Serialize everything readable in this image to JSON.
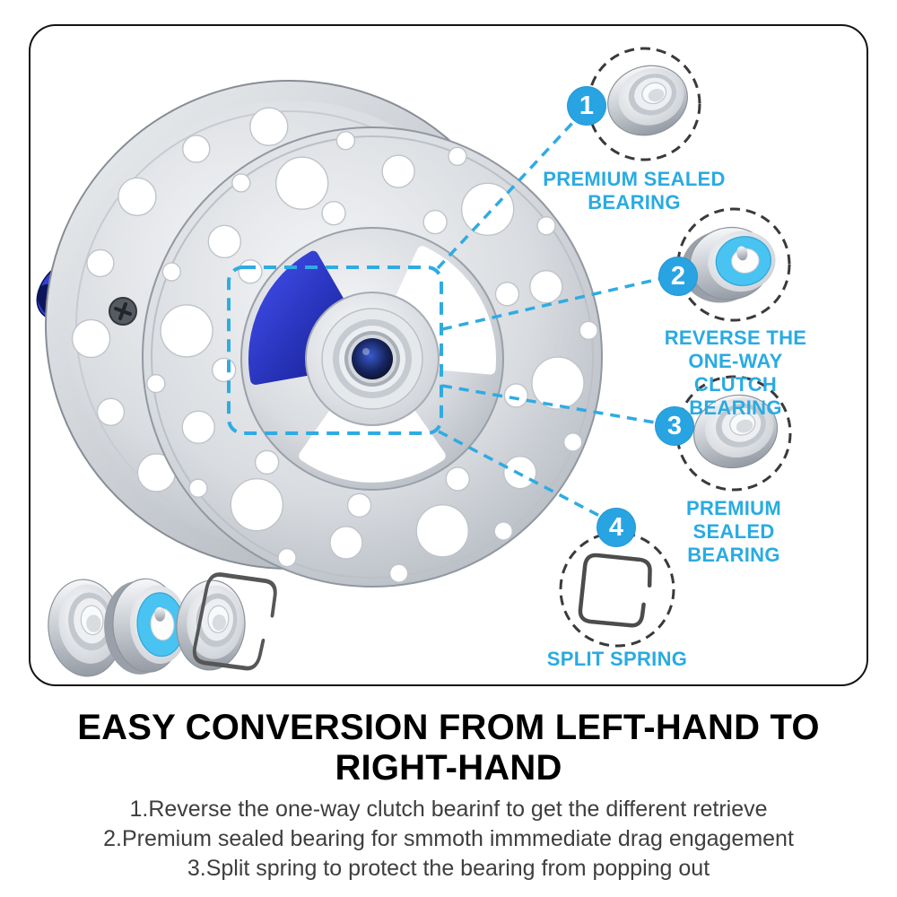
{
  "accent_color": "#29ABE2",
  "badge_color": "#29A4E2",
  "callouts": [
    {
      "number": "1",
      "label": "PREMIUM SEALED\nBEARING"
    },
    {
      "number": "2",
      "label": "REVERSE THE ONE-WAY\nCLUTCH BEARING"
    },
    {
      "number": "3",
      "label": "PREMIUM SEALED\nBEARING"
    },
    {
      "number": "4",
      "label": "SPLIT SPRING"
    }
  ],
  "headline": "EASY CONVERSION FROM LEFT-HAND TO\nRIGHT-HAND",
  "notes": [
    "1.Reverse the one-way clutch bearinf to get the different retrieve",
    "2.Premium sealed bearing for smmoth immmediate drag engagement",
    "3.Split spring to protect the bearing from popping out"
  ]
}
